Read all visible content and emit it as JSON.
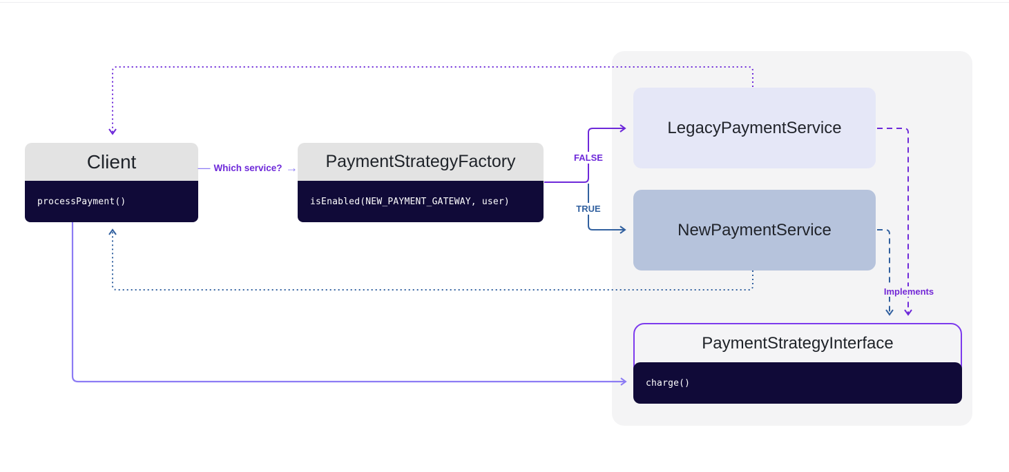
{
  "diagram": {
    "nodes": {
      "client": {
        "title": "Client",
        "method": "processPayment()"
      },
      "factory": {
        "title": "PaymentStrategyFactory",
        "method": "isEnabled(NEW_PAYMENT_GATEWAY, user)"
      },
      "legacy_service": {
        "title": "LegacyPaymentService"
      },
      "new_service": {
        "title": "NewPaymentService"
      },
      "payment_interface": {
        "title": "PaymentStrategyInterface",
        "method": "charge()"
      }
    },
    "labels": {
      "which_service": "Which service?",
      "false_branch": "FALSE",
      "true_branch": "TRUE",
      "implements": "Implements"
    },
    "icons": {
      "dash": "—",
      "arrow_right": "→"
    },
    "colors": {
      "purple": "#6d28d9",
      "blue": "#31609f",
      "light_purple": "#8c7bf4",
      "navy": "#100a38",
      "header_gray": "#e3e3e3",
      "legacy_fill": "#e5e7f7",
      "new_fill": "#b6c3dc",
      "panel_bg": "#f4f4f5",
      "interface_border": "#7c3aed"
    }
  }
}
